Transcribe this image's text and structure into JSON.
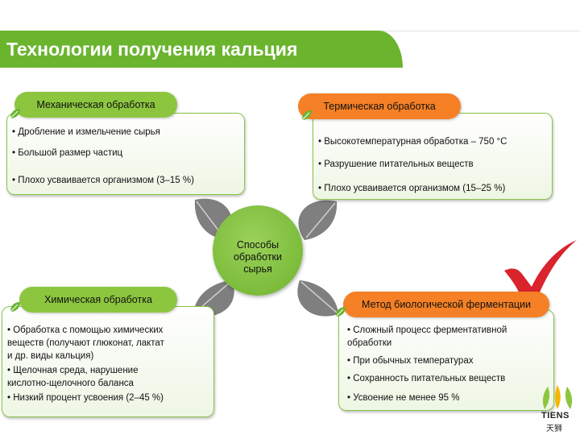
{
  "title": "Технологии получения кальция",
  "center_label": [
    "Способы",
    "обработки",
    "сырья"
  ],
  "mechanical": {
    "tab": "Механическая обработка",
    "items": [
      "• Дробление и измельчение сырья",
      "• Большой размер частиц",
      "• Плохо усваивается организмом (3–15 %)"
    ]
  },
  "thermal": {
    "tab": "Термическая обработка",
    "items": [
      "• Высокотемпературная обработка – 750 °С",
      "• Разрушение питательных веществ",
      "• Плохо усваивается организмом (15–25 %)"
    ]
  },
  "chemical": {
    "tab": "Химическая обработка",
    "items": [
      "• Обработка с помощью химических",
      "веществ (получают глюконат, лактат",
      "и др. виды кальция)",
      "• Щелочная среда, нарушение",
      "кислотно-щелочного баланса",
      "• Низкий процент усвоения (2–45 %)"
    ]
  },
  "biological": {
    "tab": "Метод биологической ферментации",
    "items": [
      "• Сложный процесс ферментативной",
      "обработки",
      "• При обычных температурах",
      "• Сохранность питательных веществ",
      "• Усвоение не менее 95 %"
    ]
  },
  "logo": {
    "latin": "TIENS",
    "chinese": "天狮"
  },
  "colors": {
    "green": "#6ab42e",
    "light_green": "#8cc63f",
    "orange": "#f58025",
    "check_red": "#d9232d"
  }
}
